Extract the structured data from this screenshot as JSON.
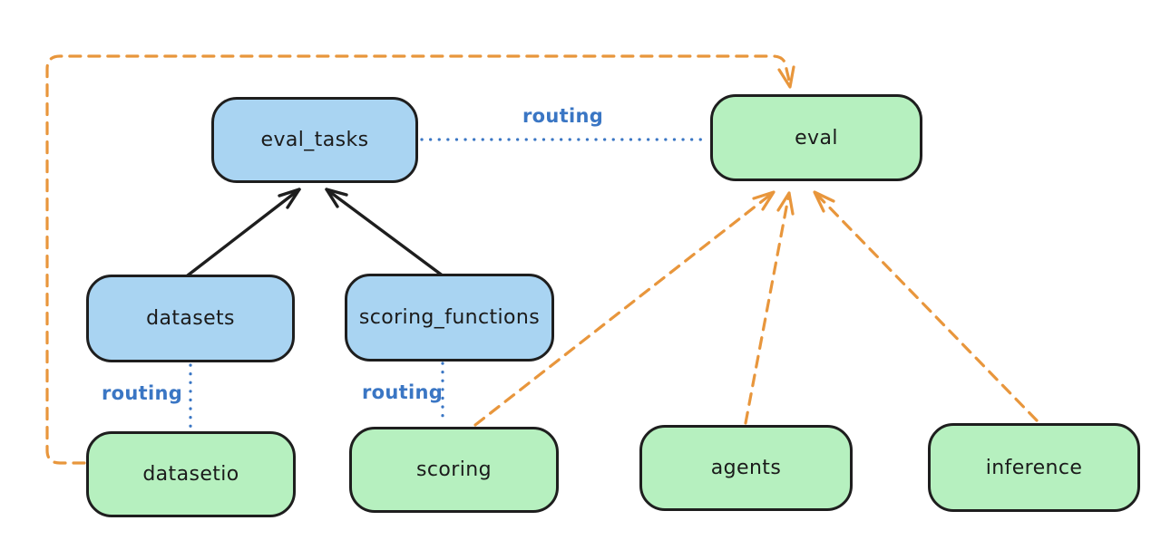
{
  "diagram": {
    "nodes": [
      {
        "id": "eval_tasks",
        "label": "eval_tasks",
        "type": "api"
      },
      {
        "id": "eval",
        "label": "eval",
        "type": "provider"
      },
      {
        "id": "datasets",
        "label": "datasets",
        "type": "api"
      },
      {
        "id": "scoring_functions",
        "label": "scoring_functions",
        "type": "api"
      },
      {
        "id": "datasetio",
        "label": "datasetio",
        "type": "provider"
      },
      {
        "id": "scoring",
        "label": "scoring",
        "type": "provider"
      },
      {
        "id": "agents",
        "label": "agents",
        "type": "provider"
      },
      {
        "id": "inference",
        "label": "inference",
        "type": "provider"
      }
    ],
    "edge_labels": [
      {
        "id": "routing-eval-tasks-eval",
        "text": "routing"
      },
      {
        "id": "routing-datasets-datasetio",
        "text": "routing"
      },
      {
        "id": "routing-scoring-functions-scoring",
        "text": "routing"
      }
    ],
    "edges": [
      {
        "from": "datasets",
        "to": "eval_tasks",
        "style": "solid-arrow",
        "color": "black"
      },
      {
        "from": "scoring_functions",
        "to": "eval_tasks",
        "style": "solid-arrow",
        "color": "black"
      },
      {
        "from": "eval_tasks",
        "to": "eval",
        "style": "dotted",
        "label": "routing",
        "color": "blue"
      },
      {
        "from": "datasets",
        "to": "datasetio",
        "style": "dotted",
        "label": "routing",
        "color": "blue"
      },
      {
        "from": "scoring_functions",
        "to": "scoring",
        "style": "dotted",
        "label": "routing",
        "color": "blue"
      },
      {
        "from": "datasetio",
        "to": "eval",
        "style": "dashed-arrow",
        "color": "orange"
      },
      {
        "from": "scoring",
        "to": "eval",
        "style": "dashed-arrow",
        "color": "orange"
      },
      {
        "from": "agents",
        "to": "eval",
        "style": "dashed-arrow",
        "color": "orange"
      },
      {
        "from": "inference",
        "to": "eval",
        "style": "dashed-arrow",
        "color": "orange"
      }
    ],
    "colors": {
      "api_fill": "#a9d4f2",
      "provider_fill": "#b6f0bf",
      "stroke": "#1e1e1e",
      "routing": "#3a76c4",
      "dependency": "#e8963c",
      "background": "#ffffff"
    }
  }
}
